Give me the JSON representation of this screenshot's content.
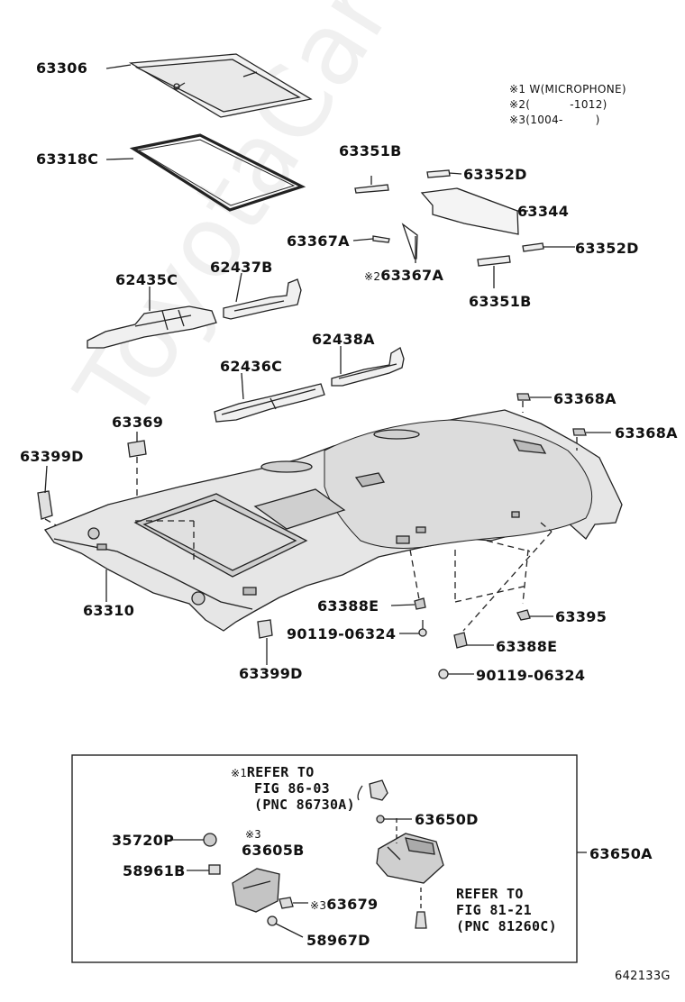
{
  "notes": {
    "n1": "※1 W(MICROPHONE)",
    "n2_mark": "※2",
    "n2_val": "-1012)",
    "n3_mark": "※3",
    "n3_val": "(1004-",
    "n3_close": ")",
    "paren_open": "("
  },
  "labels": {
    "p63306": "63306",
    "p63318C": "63318C",
    "p63351B_top": "63351B",
    "p63352D_top": "63352D",
    "p63344": "63344",
    "p63367A_a": "63367A",
    "p63367A_b_mark": "※2",
    "p63367A_b": "63367A",
    "p63352D_right": "63352D",
    "p63351B_low": "63351B",
    "p62435C": "62435C",
    "p62437B": "62437B",
    "p62438A": "62438A",
    "p62436C": "62436C",
    "p63368A_a": "63368A",
    "p63368A_b": "63368A",
    "p63369": "63369",
    "p63399D_top": "63399D",
    "p63310": "63310",
    "p63388E_a": "63388E",
    "p90119_a": "90119-06324",
    "p63399D_low": "63399D",
    "p63395": "63395",
    "p63388E_b": "63388E",
    "p90119_b": "90119-06324"
  },
  "box": {
    "ref1_mark": "※1",
    "ref1_l1": "REFER TO",
    "ref1_l2": "FIG 86-03",
    "ref1_l3": "(PNC 86730A)",
    "p63650D": "63650D",
    "p35720P": "35720P",
    "p63605B_mark": "※3",
    "p63605B": "63605B",
    "p58961B": "58961B",
    "p63650A": "63650A",
    "ref2_l1": "REFER TO",
    "ref2_l2": "FIG 81-21",
    "ref2_l3": "(PNC 81260C)",
    "p63679_mark": "※3",
    "p63679": "63679",
    "p58967D": "58967D"
  },
  "figure_id": "642133G",
  "watermark": "ToyotaCarMine.ru"
}
